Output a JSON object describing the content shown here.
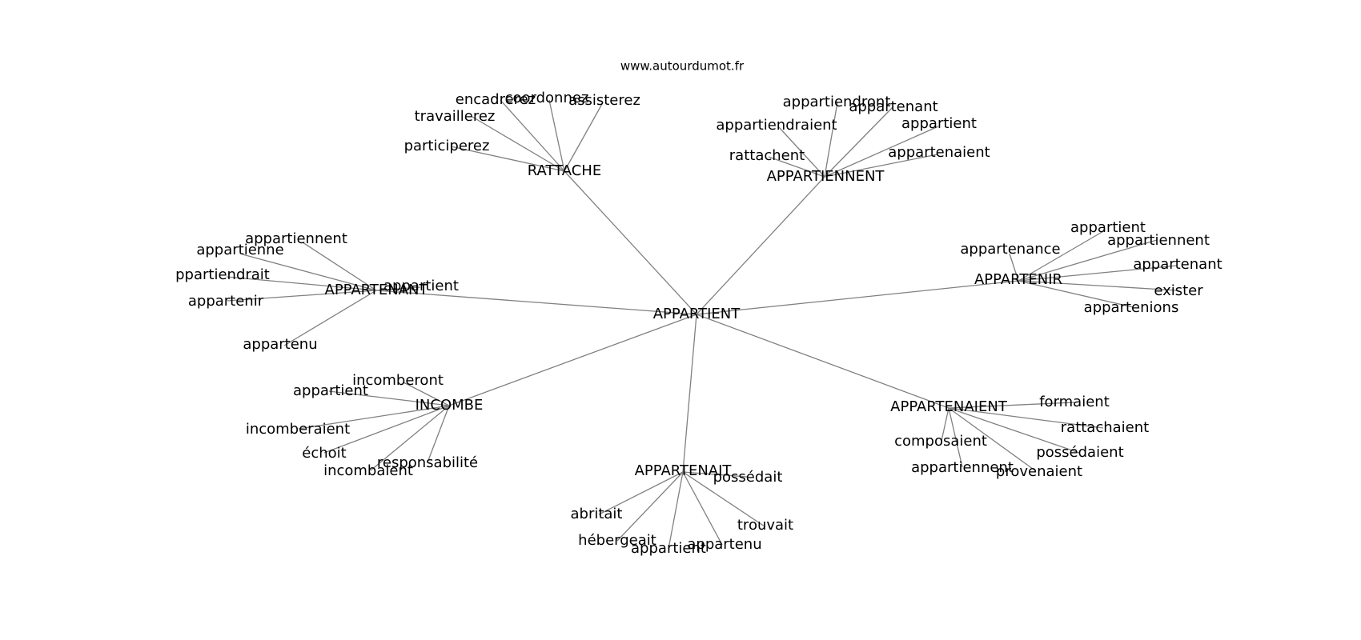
{
  "site": "www.autourdumot.fr",
  "root": "APPARTIENT",
  "hubs": [
    {
      "label": "RATTACHE",
      "children": [
        "encadrerez",
        "coordonnez",
        "assisterez",
        "travaillerez",
        "participerez"
      ]
    },
    {
      "label": "APPARTIENNENT",
      "children": [
        "appartiendront",
        "appartenant",
        "appartiendraient",
        "appartient",
        "rattachent",
        "appartenaient"
      ]
    },
    {
      "label": "APPARTENANT",
      "children": [
        "appartiennent",
        "appartienne",
        "ppartiendrait",
        "appartient",
        "appartenir",
        "appartenu"
      ]
    },
    {
      "label": "APPARTENIR",
      "children": [
        "appartient",
        "appartiennent",
        "appartenance",
        "appartenant",
        "exister",
        "appartenions"
      ]
    },
    {
      "label": "INCOMBE",
      "children": [
        "incomberont",
        "appartient",
        "incomberaient",
        "échoit",
        "responsabilité",
        "incombaient"
      ]
    },
    {
      "label": "APPARTENAIENT",
      "children": [
        "formaient",
        "rattachaient",
        "composaient",
        "possédaient",
        "appartiennent",
        "provenaient"
      ]
    },
    {
      "label": "APPARTENAIT",
      "children": [
        "possédait",
        "abritait",
        "trouvait",
        "hébergeait",
        "appartient",
        "appartenu"
      ]
    }
  ]
}
